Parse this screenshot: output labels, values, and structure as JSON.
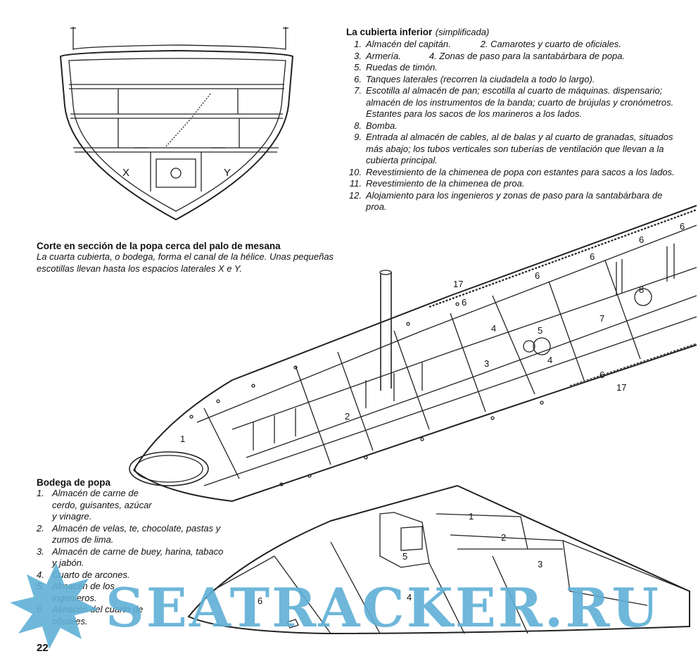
{
  "deck_legend": {
    "title": "La cubierta inferior",
    "subtitle": "(simplificada)",
    "items": [
      {
        "num": "1.",
        "text": "Almacén del capitán.",
        "extra": "2.  Camarotes y cuarto de oficiales."
      },
      {
        "num": "3.",
        "text": "Armería.",
        "extra": "4.  Zonas de paso para la santabárbara de popa."
      },
      {
        "num": "5.",
        "text": "Ruedas de timón."
      },
      {
        "num": "6.",
        "text": "Tanques laterales (recorren la ciudadela a todo lo largo)."
      },
      {
        "num": "7.",
        "text": "Escotilla al almacén de pan; escotilla al cuarto de máquinas. dispensario; almacén de los instrumentos de la banda; cuarto de brújulas y cronómetros. Estantes para los sacos de los marineros a los lados."
      },
      {
        "num": "8.",
        "text": "Bomba."
      },
      {
        "num": "9.",
        "text": "Entrada al almacén de cables, al de balas y al cuarto de granadas, situados más abajo; los tubos verticales son tuberías de ventilación que llevan a la cubierta principal."
      },
      {
        "num": "10.",
        "text": "Revestimiento de la chimenea de popa con estantes para sacos a los lados."
      },
      {
        "num": "11.",
        "text": "Revestimiento de la chimenea de proa."
      },
      {
        "num": "12.",
        "text": "Alojamiento para los ingenieros y zonas de paso para la santabárbara de proa."
      }
    ]
  },
  "section": {
    "title": "Corte en sección de la popa cerca del palo de mesana",
    "text": "La cuarta cubierta, o bodega, forma el canal de la hélice. Unas pequeñas escotillas llevan hasta los espacios laterales X e Y.",
    "label_x": "X",
    "label_y": "Y"
  },
  "hold_legend": {
    "title": "Bodega de popa",
    "items": [
      {
        "num": "1.",
        "text": "Almacén de carne de cerdo, guisantes, azúcar y vinagre."
      },
      {
        "num": "2.",
        "text": "Almacén de velas, te, chocolate, pastas y zumos de lima."
      },
      {
        "num": "3.",
        "text": "Almacén de carne de buey, harina, tabaco y jabón."
      },
      {
        "num": "4.",
        "text": "Cuarto de arcones."
      },
      {
        "num": "5.",
        "text": "Almacén de los ingenieros."
      },
      {
        "num": "6.",
        "text": "Almacén del cuarto de oficiales."
      }
    ]
  },
  "deck_labels": [
    "1",
    "2",
    "3",
    "4",
    "4",
    "5",
    "6",
    "6",
    "6",
    "6",
    "6",
    "6",
    "7",
    "8",
    "17",
    "17"
  ],
  "hold_labels": [
    "1",
    "2",
    "3",
    "4",
    "5",
    "6"
  ],
  "page_number": "22",
  "watermark": "SEATRACKER.RU",
  "colors": {
    "ink": "#111111",
    "watermark": "#5fb0d6"
  }
}
